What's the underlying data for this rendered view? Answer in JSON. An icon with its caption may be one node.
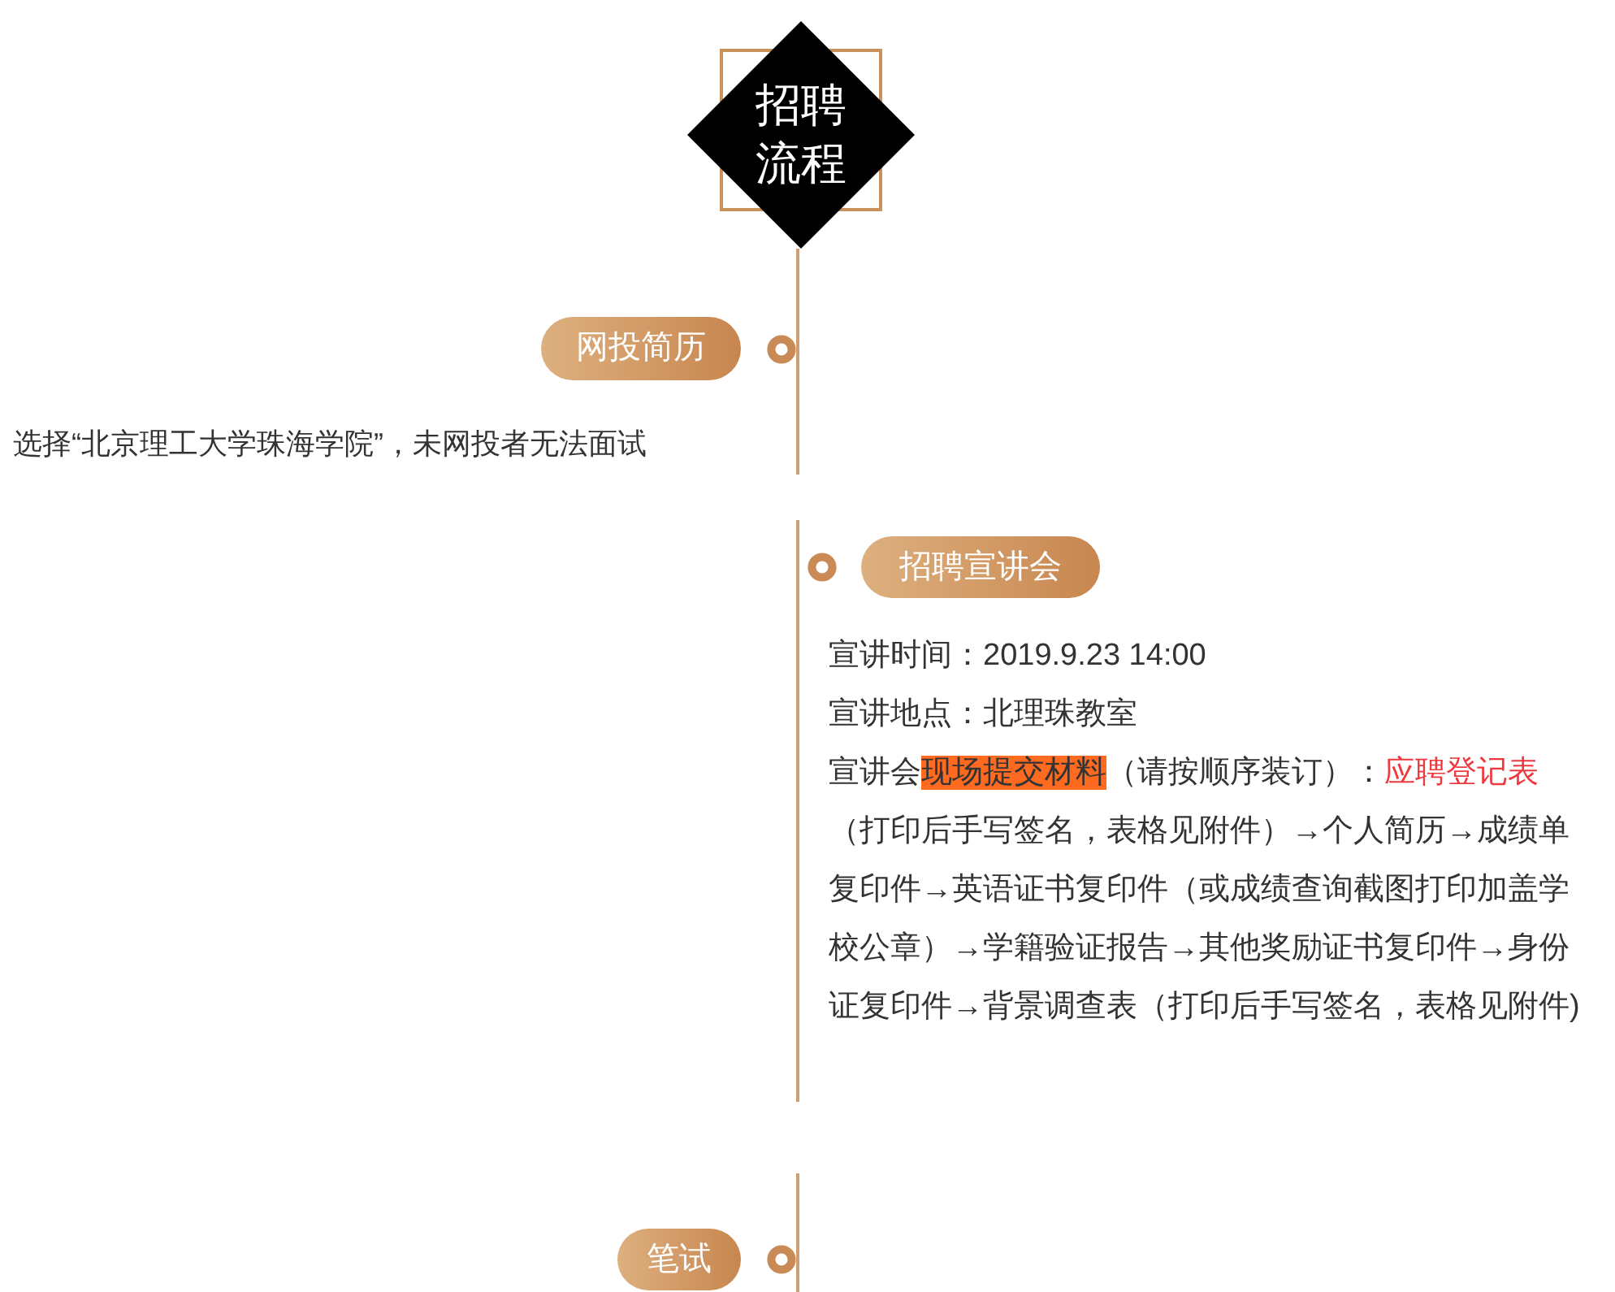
{
  "diagram": {
    "nodes": [
      {
        "text": [
          "招聘流程"
        ]
      },
      {
        "text": [
          "网投简历"
        ],
        "beside": [
          "选择“北京理工大学珠海学院”，未网投者无法面试"
        ]
      },
      {
        "text": [
          "招聘宣讲会"
        ],
        "beside": [
          "宣讲时间：2019.9.23 14:00",
          "宣讲地点：北理珠教室",
          "宣讲会**现场提交材料**（请按顺序装订）：*应聘登记表*（打印后手写签名，表格见附件）→个人简历→成绩单复印件→英语证书复印件（或成绩查询截图打印加盖学校公章）→学籍验证报告→其他奖励证书复印件→身份证复印件→背景调查表（打印后手写签名，表格见附件)"
        ]
      },
      {
        "text": [
          "笔试"
        ]
      }
    ]
  }
}
